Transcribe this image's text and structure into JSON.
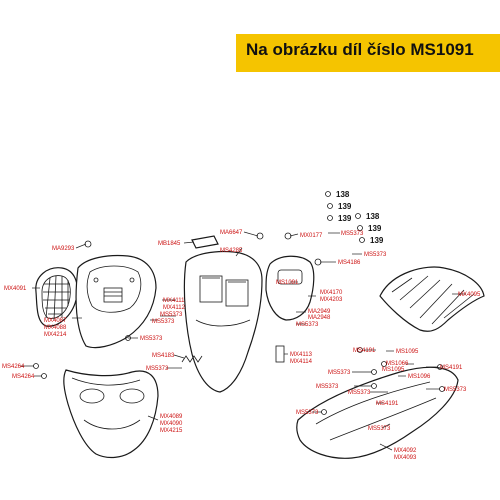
{
  "banner": {
    "title": "Na obrázku díl číslo MS1091",
    "color": "#f5c400"
  },
  "label_color": "#cc1111",
  "red_labels": [
    {
      "id": "MA9293",
      "text": "MA9293"
    },
    {
      "id": "MB1845",
      "text": "MB1845"
    },
    {
      "id": "MS4285",
      "text": "MS4285"
    },
    {
      "id": "MA6647",
      "text": "MA6647"
    },
    {
      "id": "MX0177",
      "text": "MX0177"
    },
    {
      "id": "MS5373a",
      "text": "MS5373"
    },
    {
      "id": "MS5373b",
      "text": "MS5373"
    },
    {
      "id": "MS4186",
      "text": "MS4186"
    },
    {
      "id": "MX4091",
      "text": "MX4091"
    },
    {
      "id": "MX4087",
      "text": "MX4087"
    },
    {
      "id": "MX4088",
      "text": "MX4088"
    },
    {
      "id": "MX4214",
      "text": "MX4214"
    },
    {
      "id": "MX4111",
      "text": "MX4111"
    },
    {
      "id": "MX4112",
      "text": "MX4112"
    },
    {
      "id": "MS5373c",
      "text": "MS5373"
    },
    {
      "id": "MS5373d",
      "text": "MS5373"
    },
    {
      "id": "MS5373e",
      "text": "MS5373"
    },
    {
      "id": "MS1091",
      "text": "MS1091"
    },
    {
      "id": "MX4170",
      "text": "MX4170"
    },
    {
      "id": "MX4203",
      "text": "MX4203"
    },
    {
      "id": "MA2949",
      "text": "MA2949"
    },
    {
      "id": "MA2948",
      "text": "MA2948"
    },
    {
      "id": "MS5373f",
      "text": "MS5373"
    },
    {
      "id": "MX4095",
      "text": "MX4095"
    },
    {
      "id": "MS4264a",
      "text": "MS4264"
    },
    {
      "id": "MS4264b",
      "text": "MS4264"
    },
    {
      "id": "MS4183",
      "text": "MS4183"
    },
    {
      "id": "MS5373g",
      "text": "MS5373"
    },
    {
      "id": "MX4113",
      "text": "MX4113"
    },
    {
      "id": "MX4114",
      "text": "MX4114"
    },
    {
      "id": "MS4191a",
      "text": "MS4191"
    },
    {
      "id": "MS1095a",
      "text": "MS1095"
    },
    {
      "id": "MS1066",
      "text": "MS1066"
    },
    {
      "id": "MS1095b",
      "text": "MS1095"
    },
    {
      "id": "MS4191b",
      "text": "MS4191"
    },
    {
      "id": "MS5373h",
      "text": "MS5373"
    },
    {
      "id": "MS1096",
      "text": "MS1096"
    },
    {
      "id": "MS5373i",
      "text": "MS5373"
    },
    {
      "id": "MS5373j",
      "text": "MS5373"
    },
    {
      "id": "MS5373k",
      "text": "MS5373"
    },
    {
      "id": "MS4191c",
      "text": "MS4191"
    },
    {
      "id": "MS5373l",
      "text": "MS5373"
    },
    {
      "id": "MS5373m",
      "text": "MS5373"
    },
    {
      "id": "MX4089",
      "text": "MX4089"
    },
    {
      "id": "MX4090",
      "text": "MX4090"
    },
    {
      "id": "MX4215",
      "text": "MX4215"
    },
    {
      "id": "MX4092",
      "text": "MX4092"
    },
    {
      "id": "MX4093",
      "text": "MX4093"
    }
  ],
  "black_labels": [
    {
      "id": "n138a",
      "text": "138"
    },
    {
      "id": "n139a",
      "text": "139"
    },
    {
      "id": "n139b",
      "text": "139"
    },
    {
      "id": "n138b",
      "text": "138"
    },
    {
      "id": "n139c",
      "text": "139"
    },
    {
      "id": "n139d",
      "text": "139"
    }
  ]
}
